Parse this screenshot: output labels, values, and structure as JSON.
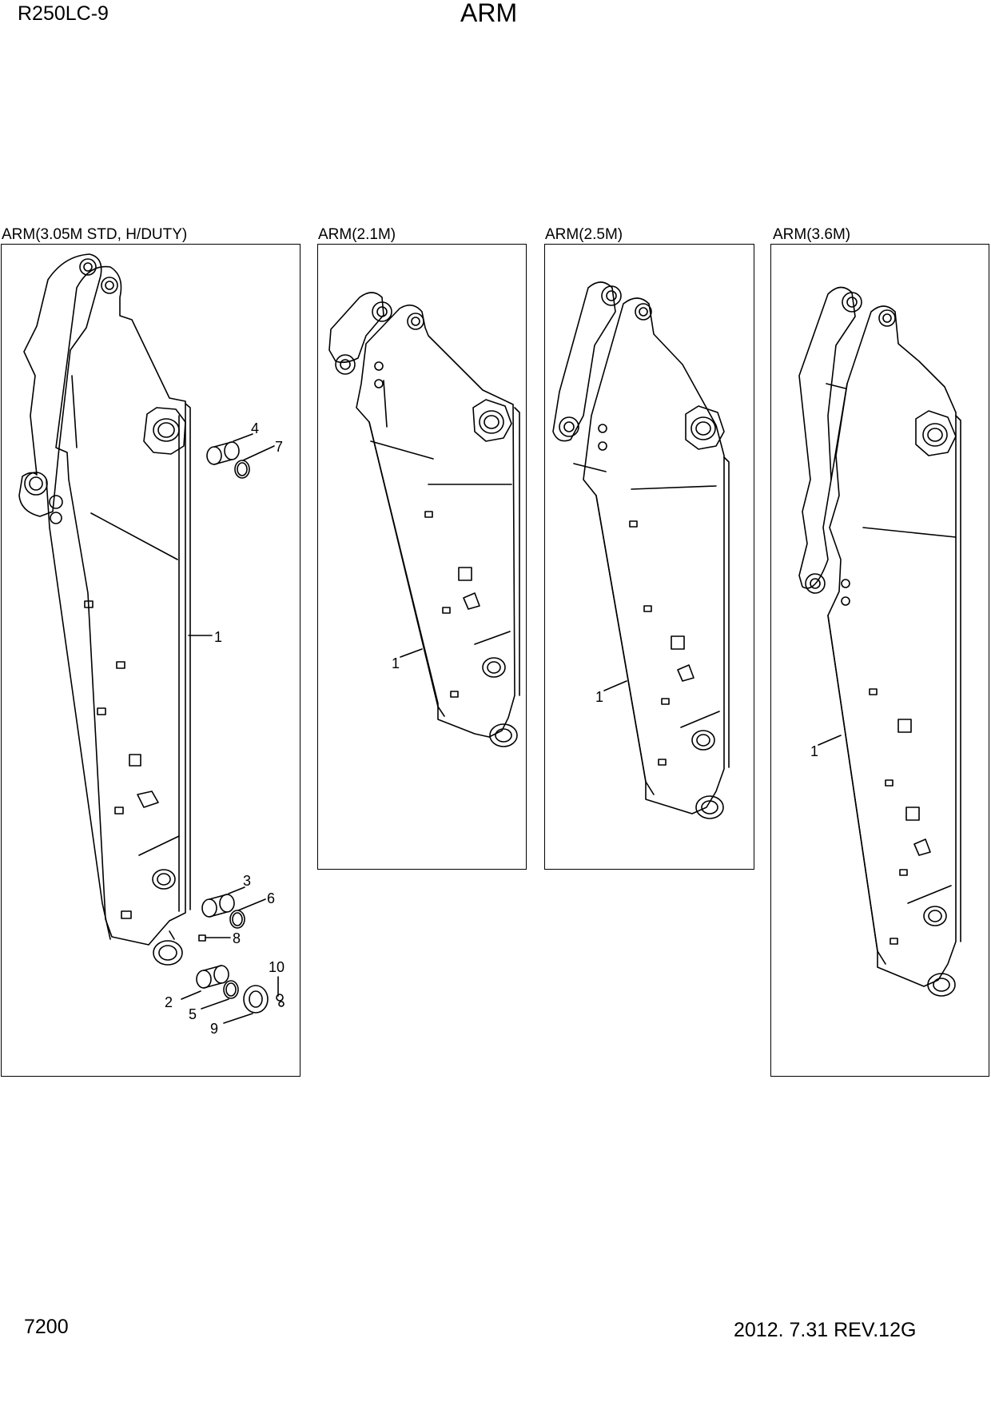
{
  "header": {
    "model": "R250LC-9",
    "title": "ARM"
  },
  "footer": {
    "page_number": "7200",
    "revision": "2012. 7.31  REV.12G"
  },
  "panels": [
    {
      "title": "ARM(3.05M STD, H/DUTY)",
      "callouts": [
        "1",
        "2",
        "3",
        "4",
        "5",
        "6",
        "7",
        "8",
        "9",
        "10"
      ]
    },
    {
      "title": "ARM(2.1M)",
      "callouts": [
        "1"
      ]
    },
    {
      "title": "ARM(2.5M)",
      "callouts": [
        "1"
      ]
    },
    {
      "title": "ARM(3.6M)",
      "callouts": [
        "1"
      ]
    }
  ]
}
